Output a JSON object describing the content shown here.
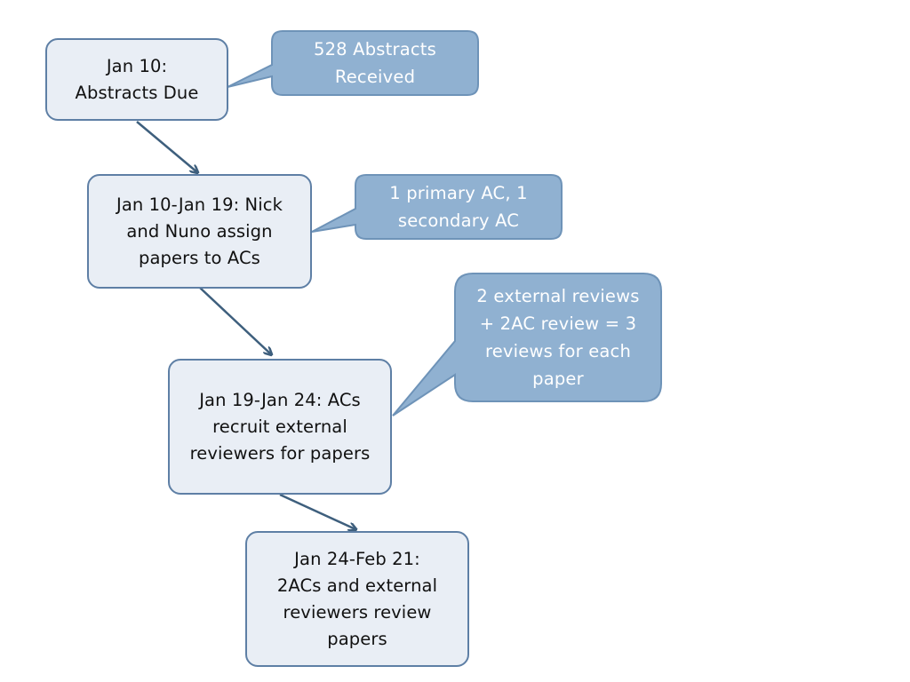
{
  "colors": {
    "step_fill": "#e9eef5",
    "step_border": "#5e7fa5",
    "callout_fill": "#90b1d1",
    "callout_border": "#6e93b8",
    "arrow": "#3e5f7d"
  },
  "steps": [
    {
      "id": "abstracts-due",
      "text": "Jan 10:\nAbstracts Due"
    },
    {
      "id": "assign-papers",
      "text": "Jan 10-Jan 19: Nick\nand Nuno assign\npapers to ACs"
    },
    {
      "id": "recruit-reviewers",
      "text": "Jan 19-Jan 24: ACs\nrecruit external\nreviewers for papers"
    },
    {
      "id": "review-papers",
      "text": "Jan 24-Feb 21:\n2ACs and external\nreviewers review\npapers"
    }
  ],
  "callouts": [
    {
      "id": "abstracts-received",
      "text": "528 Abstracts\nReceived"
    },
    {
      "id": "ac-assignment",
      "text": "1 primary AC, 1\nsecondary AC"
    },
    {
      "id": "review-count",
      "text": "2 external reviews\n+ 2AC review = 3\nreviews for each\npaper"
    }
  ]
}
